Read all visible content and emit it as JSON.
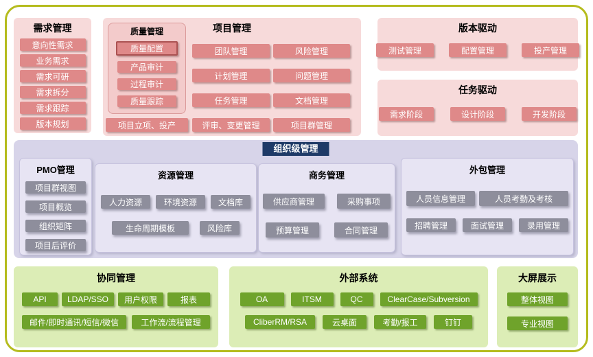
{
  "colors": {
    "frame_border": "#b5bc1e",
    "pink_panel": "#f7dada",
    "pink_item": "#df8989",
    "org_panel": "#d7d4e9",
    "org_badge": "#1e3a67",
    "gray_item": "#8e8e9c",
    "green_panel": "#dcedb6",
    "green_item": "#6fa32b"
  },
  "sections": {
    "requirements": {
      "title": "需求管理",
      "items": [
        "意向性需求",
        "业务需求",
        "需求可研",
        "需求拆分",
        "需求跟踪",
        "版本规划"
      ]
    },
    "project": {
      "title": "项目管理",
      "quality": {
        "title": "质量管理",
        "items": [
          "质量配置",
          "产品审计",
          "过程审计",
          "质量跟踪"
        ]
      },
      "bottom_item": "项目立项、投产",
      "col1": [
        "团队管理",
        "计划管理",
        "任务管理",
        "评审、变更管理"
      ],
      "col2": [
        "风险管理",
        "问题管理",
        "文档管理",
        "项目群管理"
      ]
    },
    "version_driven": {
      "title": "版本驱动",
      "items": [
        "测试管理",
        "配置管理",
        "投产管理"
      ]
    },
    "task_driven": {
      "title": "任务驱动",
      "items": [
        "需求阶段",
        "设计阶段",
        "开发阶段"
      ]
    },
    "org": {
      "title": "组织级管理",
      "pmo": {
        "title": "PMO管理",
        "items": [
          "项目群视图",
          "项目概览",
          "组织矩阵",
          "项目后评价"
        ]
      },
      "resource": {
        "title": "资源管理",
        "row1": [
          "人力资源",
          "环境资源",
          "文档库"
        ],
        "row2": [
          "生命周期模板",
          "风险库"
        ]
      },
      "business": {
        "title": "商务管理",
        "row1": [
          "供应商管理",
          "采购事项"
        ],
        "row2": [
          "预算管理",
          "合同管理"
        ]
      },
      "outsourcing": {
        "title": "外包管理",
        "row1": [
          "人员信息管理",
          "人员考勤及考核"
        ],
        "row2": [
          "招聘管理",
          "面试管理",
          "录用管理"
        ]
      }
    },
    "collaboration": {
      "title": "协同管理",
      "row1": [
        "API",
        "LDAP/SSO",
        "用户权限",
        "报表"
      ],
      "row2": [
        "邮件/即时通讯/短信/微信",
        "工作流/流程管理"
      ]
    },
    "external": {
      "title": "外部系统",
      "row1": [
        "OA",
        "ITSM",
        "QC",
        "ClearCase/Subversion"
      ],
      "row2": [
        "CliberRM/RSA",
        "云桌面",
        "考勤/报工",
        "钉钉"
      ]
    },
    "display": {
      "title": "大屏展示",
      "items": [
        "整体视图",
        "专业视图"
      ]
    }
  }
}
